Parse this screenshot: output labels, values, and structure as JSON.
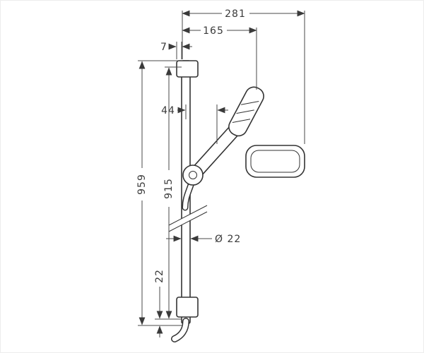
{
  "page": {
    "background": "#ffffff",
    "ink": "#3a3a3a"
  },
  "drawing": {
    "type": "technical-dimension-drawing",
    "subject": "shower slide bar set with hand shower, holder and hose",
    "dimensions": {
      "overall_reach": "281",
      "head_reach": "165",
      "bracket_offset": "7",
      "holder_offset": "44",
      "bar_total_length": "959",
      "bracket_hole_spacing": "915",
      "bar_diameter": "Ø 22",
      "bottom_end_offset": "22"
    }
  }
}
